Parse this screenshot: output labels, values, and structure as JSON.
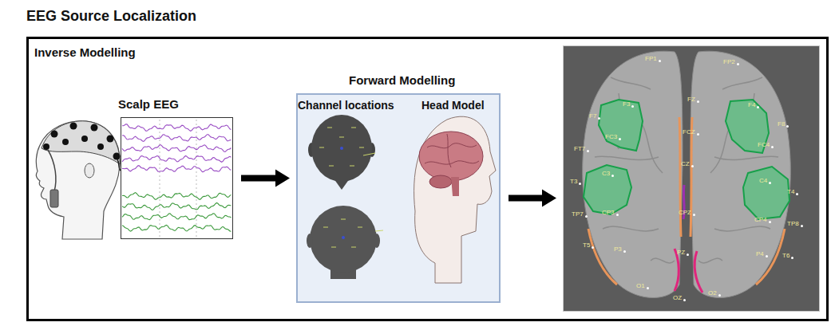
{
  "diagram": {
    "title": "EEG Source Localization",
    "nodes": [
      {
        "text": [
          "Inverse Modelling"
        ]
      },
      {
        "text": [
          "Scalp EEG"
        ],
        "in": 0
      },
      {
        "text": [
          "Forward Modelling",
          "Channel locations",
          "Head Model"
        ],
        "in": 0
      },
      {
        "text": [
          "FP1",
          "FP2",
          "F7",
          "F3",
          "FZ",
          "F4",
          "F8",
          "FT7",
          "FC3",
          "FCZ",
          "FC4",
          "T3",
          "C3",
          "CZ",
          "C4",
          "T4",
          "TP7",
          "CP3",
          "CPZ",
          "CP4",
          "TP8",
          "T5",
          "P3",
          "PZ",
          "P4",
          "T6",
          "O1",
          "OZ",
          "O2"
        ],
        "in": 0
      }
    ],
    "edges": [
      {
        "from": 1,
        "to": 2,
        "arrow": "to"
      },
      {
        "from": 2,
        "to": 3,
        "arrow": "to"
      }
    ]
  }
}
